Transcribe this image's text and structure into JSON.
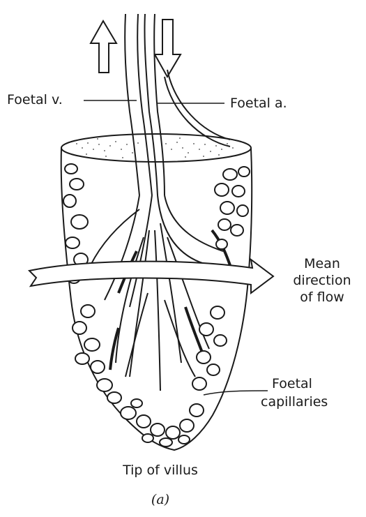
{
  "figure": {
    "labels": {
      "foetal_vein": "Foetal v.",
      "foetal_artery": "Foetal a.",
      "mean_flow_line1": "Mean",
      "mean_flow_line2": "direction",
      "mean_flow_line3": "of flow",
      "capillaries_line1": "Foetal",
      "capillaries_line2": "capillaries",
      "tip": "Tip of villus",
      "panel": "(a)"
    },
    "colors": {
      "ink": "#1a1a1a",
      "paper": "#ffffff",
      "stipple": "#6a6a6a"
    }
  }
}
